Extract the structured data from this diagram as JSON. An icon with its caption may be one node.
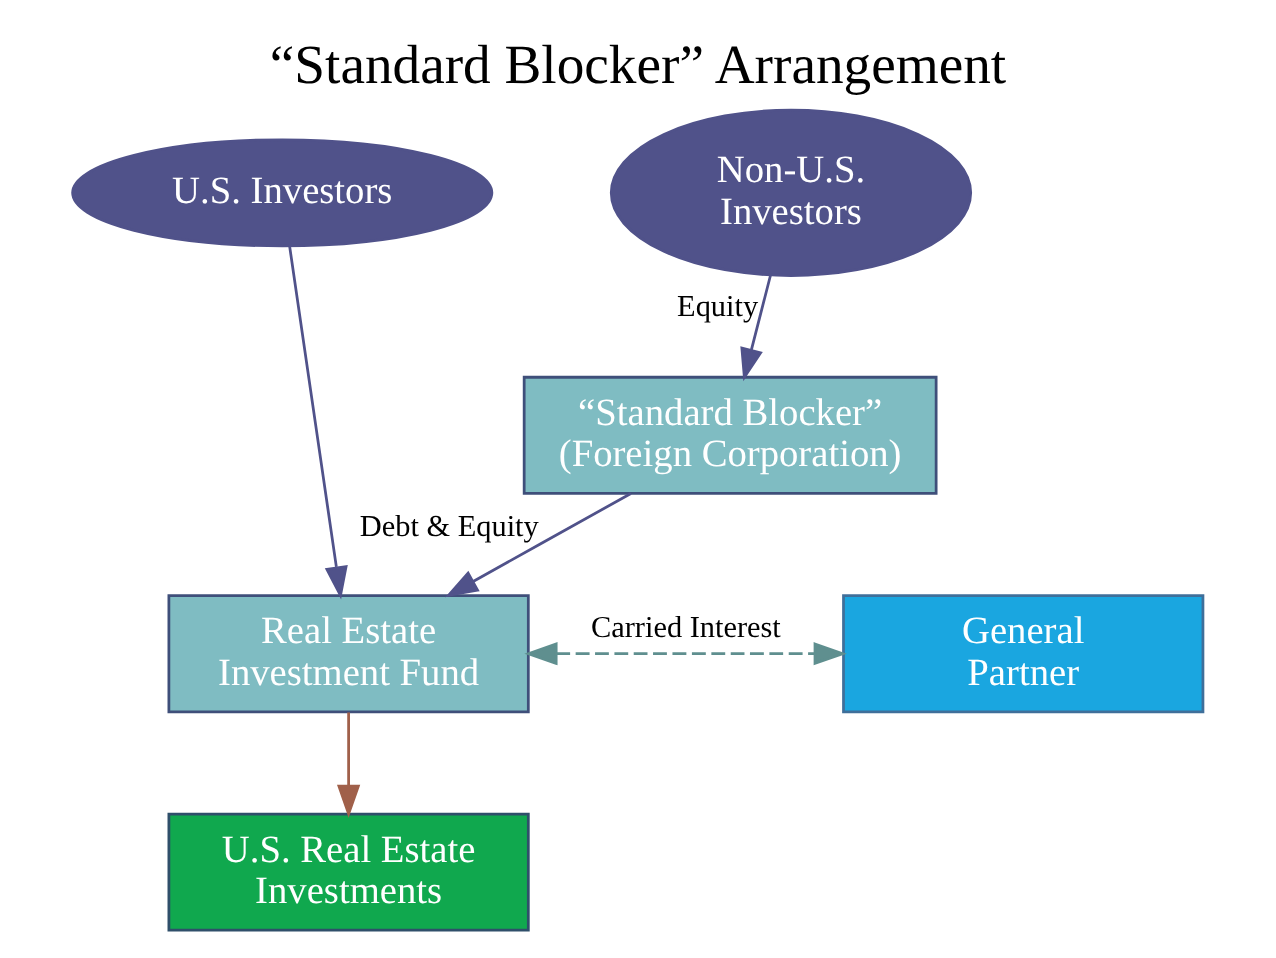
{
  "diagram": {
    "title": "“Standard Blocker” Arrangement",
    "nodes": [
      {
        "text": [
          "U.S. Investors"
        ]
      },
      {
        "text": [
          "Non-U.S. Investors"
        ]
      },
      {
        "text": [
          "“Standard Blocker” (Foreign Corporation)"
        ]
      },
      {
        "text": [
          "Real Estate Investment Fund"
        ]
      },
      {
        "text": [
          "General Partner"
        ]
      },
      {
        "text": [
          "U.S. Real Estate Investments"
        ]
      }
    ],
    "edges": [
      {
        "from": 0,
        "to": 3,
        "arrow": "to"
      },
      {
        "from": 1,
        "to": 2,
        "arrow": "to",
        "label": "Equity"
      },
      {
        "from": 2,
        "to": 3,
        "arrow": "to",
        "label": "Debt & Equity"
      },
      {
        "from": 3,
        "to": 4,
        "arrow": "both",
        "style": "dashed",
        "color": "#5f8f8f",
        "label": "Carried Interest"
      },
      {
        "from": 3,
        "to": 5,
        "arrow": "to",
        "color": "#a0604a"
      }
    ]
  }
}
